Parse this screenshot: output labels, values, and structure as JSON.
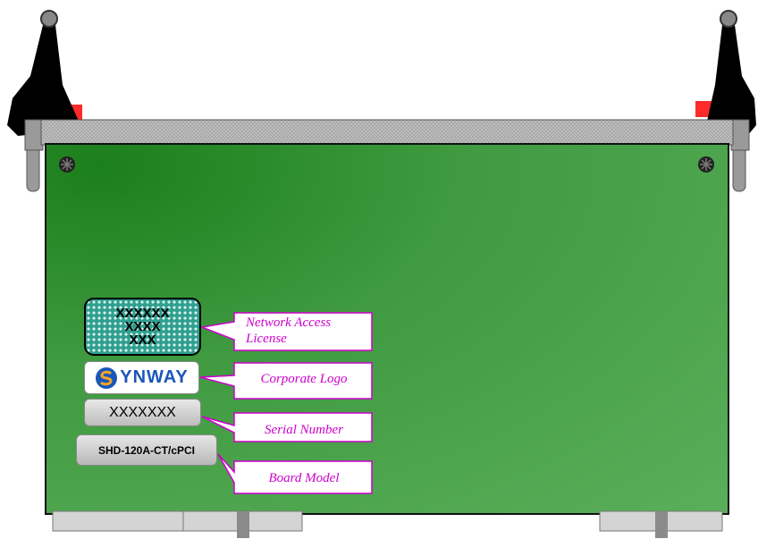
{
  "labels": {
    "network_access_license": [
      "XXXXXX",
      "XXXX",
      "XXX"
    ],
    "corporate_logo_text": "YNWAY",
    "serial_number": "XXXXXXX",
    "board_model": "SHD-120A-CT/cPCI"
  },
  "callouts": {
    "network_access_license": "Network Access License",
    "corporate_logo": "Corporate Logo",
    "serial_number": "Serial Number",
    "board_model": "Board Model"
  },
  "colors": {
    "board_green": "#4fa84f",
    "callout_text": "#cc00cc",
    "logo_blue": "#1a56b8",
    "ejector_black": "#000000",
    "ejector_red": "#ff0000"
  }
}
